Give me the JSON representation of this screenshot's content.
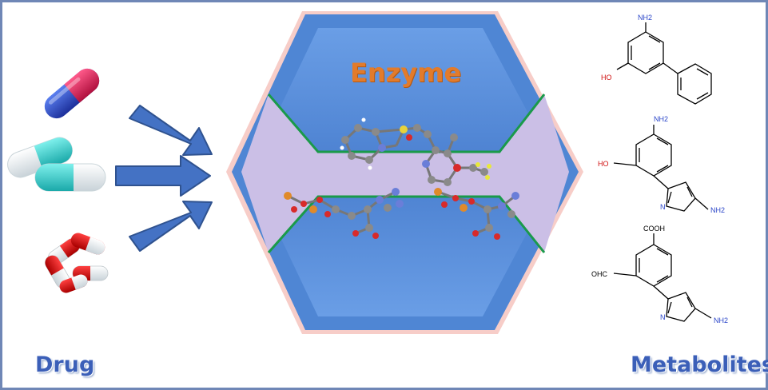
{
  "labels": {
    "drug": "Drug",
    "enzyme": "Enzyme",
    "metabolites": "Metabolites"
  },
  "metabolites": [
    {
      "groups": [
        "NH2",
        "HO"
      ]
    },
    {
      "groups": [
        "NH2",
        "HO",
        "N",
        "NH2"
      ]
    },
    {
      "groups": [
        "COOH",
        "OHC",
        "N",
        "NH2"
      ]
    }
  ],
  "colors": {
    "arrow_fill": "#4472c4",
    "arrow_stroke": "#2f528f",
    "enzyme_blue": "#4a7fcf",
    "active_site": "#cbbfe6",
    "site_outline": "#1a9a4a",
    "enzyme_label": "#e27b2b",
    "text_blue": "#3b5fb8"
  },
  "icons": [
    "capsule-icon",
    "capsule-icon",
    "pills-icon",
    "arrow-icon"
  ]
}
